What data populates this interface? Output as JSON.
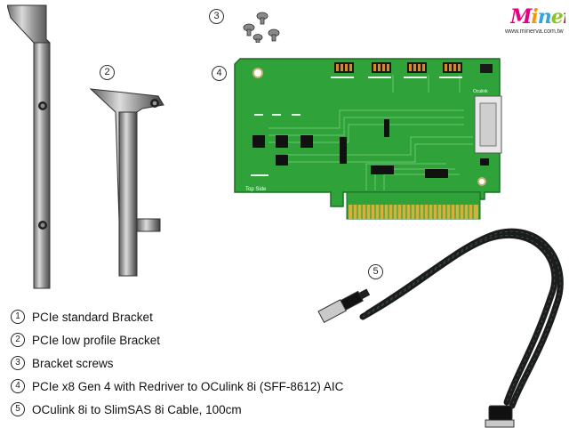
{
  "logo": {
    "text": "Minerva",
    "url": "www.minerva.com.tw",
    "colors": [
      "#e4007f",
      "#f39800",
      "#2ea7e0",
      "#8fc31f",
      "#e60012",
      "#920783",
      "#00a0e9"
    ]
  },
  "callouts": {
    "n1": "1",
    "n2": "2",
    "n3": "3",
    "n4": "4",
    "n5": "5"
  },
  "board": {
    "silkscreen_top_side": "Top Side",
    "silkscreen_connector": "Oculink",
    "pcb_color": "#2fa23a",
    "gold_finger_color": "#d4b13a"
  },
  "legend": [
    {
      "num": "1",
      "text": "PCIe standard Bracket"
    },
    {
      "num": "2",
      "text": "PCIe low profile Bracket"
    },
    {
      "num": "3",
      "text": "Bracket screws"
    },
    {
      "num": "4",
      "text": "PCIe x8 Gen 4 with Redriver to OCulink 8i (SFF-8612) AIC"
    },
    {
      "num": "5",
      "text": "OCulink 8i to SlimSAS 8i Cable, 100cm"
    }
  ]
}
